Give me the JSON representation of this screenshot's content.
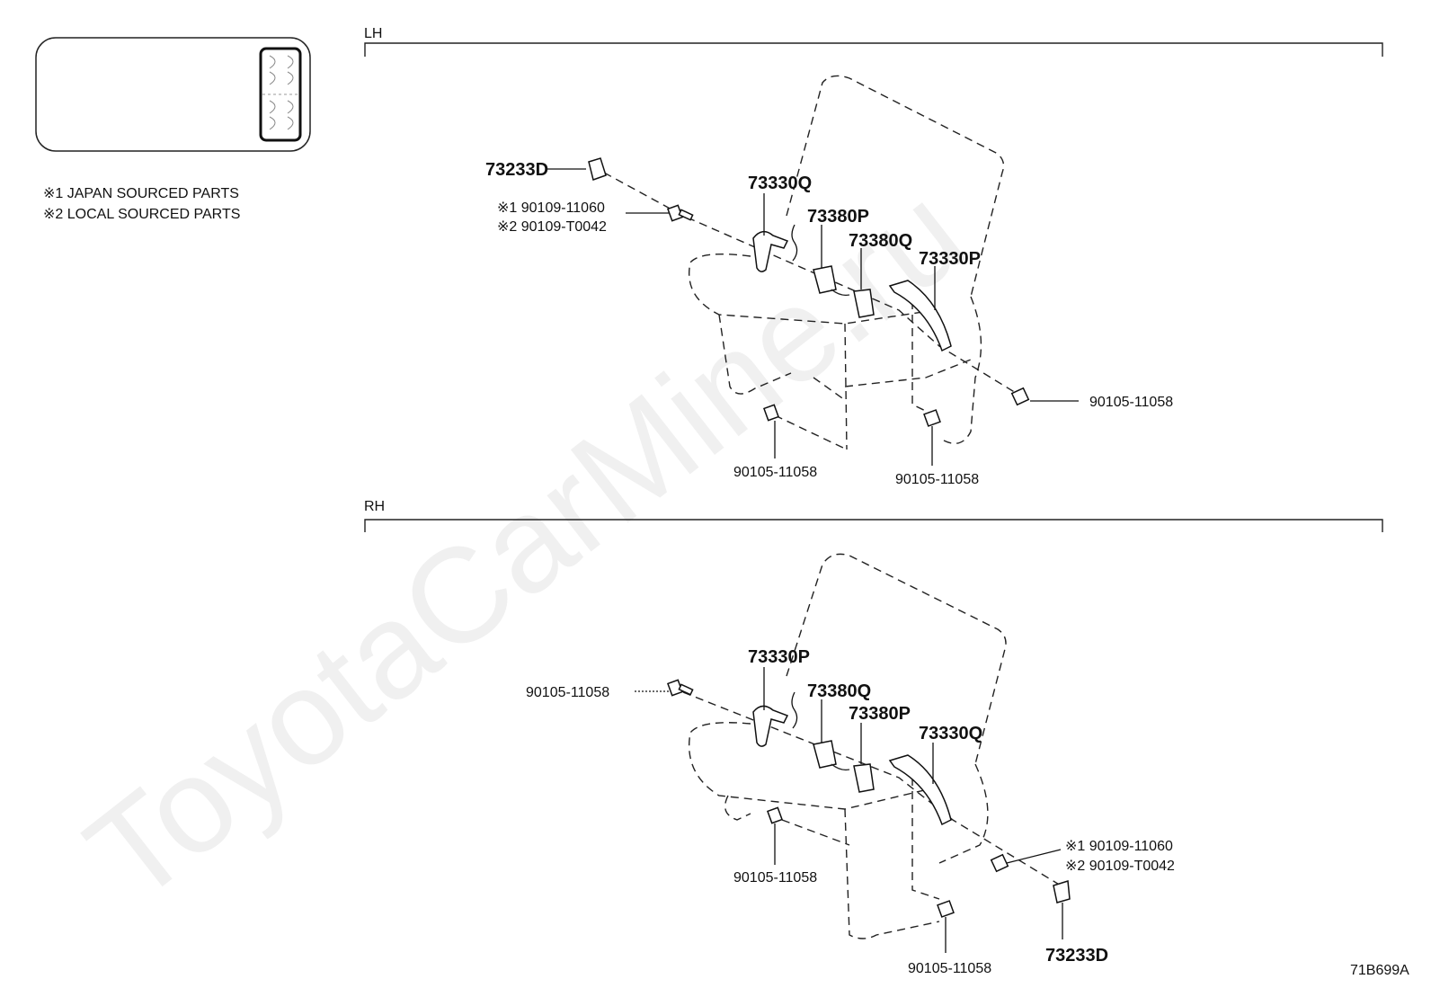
{
  "legend": {
    "note1": "※1  JAPAN SOURCED PARTS",
    "note2": "※2  LOCAL SOURCED PARTS"
  },
  "sections": {
    "lh": {
      "title": "LH",
      "labels": {
        "clip_73233d": "73233D",
        "bolt_note1": "※1  90109-11060",
        "bolt_note2": "※2  90109-T0042",
        "belt_73330q": "73330Q",
        "buckle_73380p": "73380P",
        "buckle_73380q": "73380Q",
        "belt_73330p": "73330P",
        "bolt_right": "90105-11058",
        "bolt_bottom_left": "90105-11058",
        "bolt_bottom_right": "90105-11058"
      }
    },
    "rh": {
      "title": "RH",
      "labels": {
        "belt_73330p": "73330P",
        "bolt_left": "90105-11058",
        "buckle_73380q": "73380Q",
        "buckle_73380p": "73380P",
        "belt_73330q": "73330Q",
        "bolt_note1": "※1  90109-11060",
        "bolt_note2": "※2  90109-T0042",
        "bolt_mid": "90105-11058",
        "clip_73233d": "73233D",
        "bolt_bottom": "90105-11058"
      }
    }
  },
  "watermark": "ToyotaCarMine.ru",
  "figure_code": "71B699A"
}
